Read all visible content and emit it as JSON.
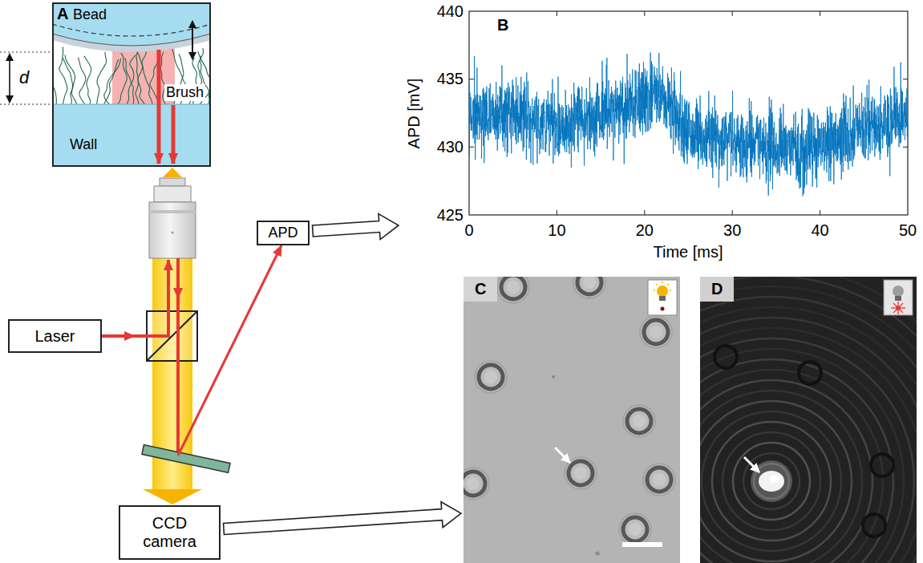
{
  "diagram": {
    "nodes": [
      {
        "text": [
          "A",
          "Bead",
          "Brush",
          "Wall"
        ]
      },
      {
        "text": [
          "Laser"
        ]
      },
      {
        "text": [
          "APD"
        ]
      },
      {
        "text": [
          "CCD camera"
        ]
      },
      {
        "text": [
          "B"
        ]
      },
      {
        "text": [
          "C"
        ]
      },
      {
        "text": [
          "D"
        ]
      }
    ],
    "edges": [
      {
        "from": 2,
        "to": 4,
        "arrow": "to"
      },
      {
        "from": 3,
        "to": 5,
        "arrow": "to"
      }
    ],
    "labels": [
      "d",
      "APD [mV]",
      "440",
      "435",
      "430",
      "425",
      "0",
      "10",
      "20",
      "30",
      "40",
      "50",
      "Time [ms]"
    ]
  }
}
